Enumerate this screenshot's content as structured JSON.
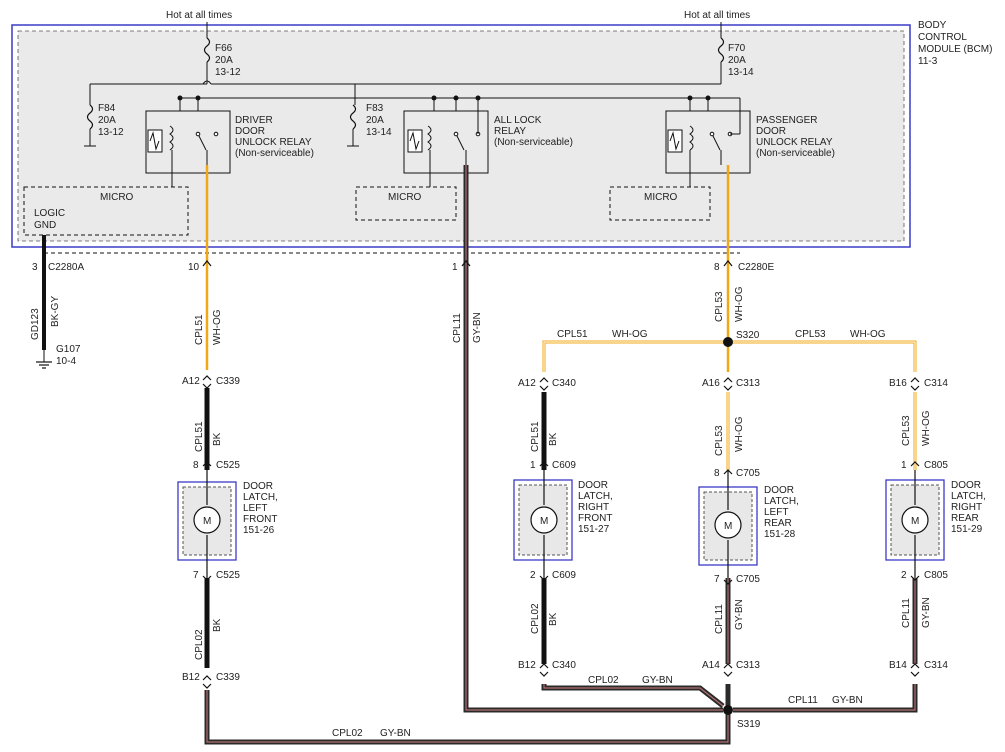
{
  "header": {
    "hot_left": "Hot at all times",
    "hot_right": "Hot at all times"
  },
  "bcm": {
    "title_lines": [
      "BODY",
      "CONTROL",
      "MODULE (BCM)",
      "11-3"
    ],
    "logic_gnd_lines": [
      "LOGIC",
      "GND"
    ],
    "micro_labels": [
      "MICRO",
      "MICRO",
      "MICRO"
    ]
  },
  "fuses": [
    {
      "name": "F66",
      "rating": "20A",
      "ref": "13-12"
    },
    {
      "name": "F84",
      "rating": "20A",
      "ref": "13-12"
    },
    {
      "name": "F83",
      "rating": "20A",
      "ref": "13-14"
    },
    {
      "name": "F70",
      "rating": "20A",
      "ref": "13-14"
    }
  ],
  "relays": [
    {
      "lines": [
        "DRIVER",
        "DOOR",
        "UNLOCK RELAY",
        "(Non-serviceable)"
      ]
    },
    {
      "lines": [
        "ALL LOCK",
        "RELAY",
        "(Non-serviceable)"
      ]
    },
    {
      "lines": [
        "PASSENGER",
        "DOOR",
        "UNLOCK RELAY",
        "(Non-serviceable)"
      ]
    }
  ],
  "ground": {
    "pin": "3",
    "connector": "C2280A",
    "circuit": "GD123",
    "color": "BK-GY",
    "name": "G107",
    "ref": "10-4"
  },
  "pins": [
    {
      "num": "10",
      "conn": ""
    },
    {
      "num": "1",
      "conn": ""
    },
    {
      "num": "8",
      "conn": "C2280E"
    },
    {
      "num": "A12",
      "conn": "C339"
    },
    {
      "num": "8",
      "conn": "C525"
    },
    {
      "num": "7",
      "conn": "C525"
    },
    {
      "num": "B12",
      "conn": "C339"
    },
    {
      "num": "A12",
      "conn": "C340"
    },
    {
      "num": "1",
      "conn": "C609"
    },
    {
      "num": "2",
      "conn": "C609"
    },
    {
      "num": "B12",
      "conn": "C340"
    },
    {
      "num": "A16",
      "conn": "C313"
    },
    {
      "num": "8",
      "conn": "C705"
    },
    {
      "num": "7",
      "conn": "C705"
    },
    {
      "num": "A14",
      "conn": "C313"
    },
    {
      "num": "B16",
      "conn": "C314"
    },
    {
      "num": "1",
      "conn": "C805"
    },
    {
      "num": "2",
      "conn": "C805"
    },
    {
      "num": "B14",
      "conn": "C314"
    }
  ],
  "wires": [
    {
      "circuit": "CPL51",
      "color": "WH-OG"
    },
    {
      "circuit": "CPL11",
      "color": "GY-BN"
    },
    {
      "circuit": "CPL53",
      "color": "WH-OG"
    },
    {
      "circuit": "CPL51",
      "color": "BK"
    },
    {
      "circuit": "CPL02",
      "color": "BK"
    },
    {
      "circuit": "CPL51",
      "color": "BK"
    },
    {
      "circuit": "CPL02",
      "color": "BK"
    },
    {
      "circuit": "CPL53",
      "color": "WH-OG"
    },
    {
      "circuit": "CPL11",
      "color": "GY-BN"
    },
    {
      "circuit": "CPL53",
      "color": "WH-OG"
    },
    {
      "circuit": "CPL11",
      "color": "GY-BN"
    }
  ],
  "h_wires": [
    {
      "circuit": "CPL51",
      "color": "WH-OG"
    },
    {
      "circuit": "CPL53",
      "color": "WH-OG"
    },
    {
      "circuit": "CPL02",
      "color": "GY-BN"
    },
    {
      "circuit": "CPL11",
      "color": "GY-BN"
    },
    {
      "circuit": "CPL02",
      "color": "GY-BN"
    }
  ],
  "splices": [
    {
      "name": "S320"
    },
    {
      "name": "S319"
    }
  ],
  "latches": [
    {
      "lines": [
        "DOOR",
        "LATCH,",
        "LEFT",
        "FRONT",
        "151-26"
      ]
    },
    {
      "lines": [
        "DOOR",
        "LATCH,",
        "RIGHT",
        "FRONT",
        "151-27"
      ]
    },
    {
      "lines": [
        "DOOR",
        "LATCH,",
        "LEFT",
        "REAR",
        "151-28"
      ]
    },
    {
      "lines": [
        "DOOR",
        "LATCH,",
        "RIGHT",
        "REAR",
        "151-29"
      ]
    }
  ],
  "motor_symbol": "M",
  "colors": {
    "wh_og": "#f0a818",
    "gy_bn": "#8a3a3a",
    "bk": "#111111",
    "bcm_border": "#3b3bc8",
    "module_fill": "#e8e8e8"
  }
}
